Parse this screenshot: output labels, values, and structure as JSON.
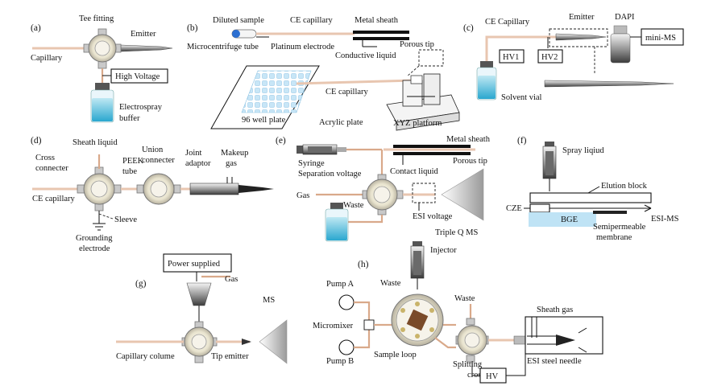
{
  "panels": {
    "a": {
      "letter": "(a)",
      "tee": "Tee fitting",
      "emitter": "Emitter",
      "capillary": "Capillary",
      "hv": "High Voltage",
      "buffer1": "Electrospray",
      "buffer2": "buffer"
    },
    "b": {
      "letter": "(b)",
      "diluted": "Diluted sample",
      "tube": "Microcentrifuge tube",
      "ce": "CE capillary",
      "platinum": "Platinum electrode",
      "sheath": "Metal sheath",
      "porous": "Porous tip",
      "conductive": "Conductive liquid",
      "ce2": "CE capillary",
      "plate96": "96 well plate",
      "acrylic": "Acrylic plate",
      "xyz": "XYZ platform"
    },
    "c": {
      "letter": "(c)",
      "ce": "CE Capillary",
      "emitter": "Emitter",
      "dapi": "DAPI",
      "minims": "mini-MS",
      "hv1": "HV1",
      "hv2": "HV2",
      "vial": "Solvent vial"
    },
    "d": {
      "letter": "(d)",
      "sheath": "Sheath liquid",
      "cross1": "Cross",
      "cross2": "connecter",
      "peek1": "PEEK",
      "peek2": "tube",
      "union1": "Union",
      "union2": "connecter",
      "joint1": "Joint",
      "joint2": "adaptor",
      "makeup1": "Makeup",
      "makeup2": "gas",
      "ce": "CE capillary",
      "sleeve": "Sleeve",
      "ground1": "Grounding",
      "ground2": "electrode"
    },
    "e": {
      "letter": "(e)",
      "sheath": "Metal sheath",
      "porous": "Porous tip",
      "syringe": "Syringe",
      "sepv": "Separation voltage",
      "contact": "Contact liquid",
      "gas": "Gas",
      "waste": "Waste",
      "esi": "ESI voltage",
      "tqms": "Triple Q MS"
    },
    "f": {
      "letter": "(f)",
      "spray": "Spray liqiud",
      "elution": "Elution block",
      "cze": "CZE",
      "bge": "BGE",
      "esims": "ESI-MS",
      "semi1": "Semipermeable",
      "semi2": "membrane"
    },
    "g": {
      "letter": "(g)",
      "power": "Power supplied",
      "gas": "Gas",
      "ms": "MS",
      "column": "Capillary colume",
      "tip": "Tip emitter"
    },
    "h": {
      "letter": "(h)",
      "injector": "Injector",
      "pumpa": "Pump A",
      "pumpb": "Pump B",
      "waste1": "Waste",
      "waste2": "Waste",
      "micromixer": "Micromixer",
      "loop": "Sample loop",
      "sheathgas": "Sheath gas",
      "split1": "Splitting",
      "split2": "cross",
      "hv": "HV",
      "needle": "ESI steel needle"
    }
  },
  "colors": {
    "capillary": "#d9a98a",
    "liquid": "#4fb9d6",
    "wells": "#c8e6f7",
    "fitting": "#d8d3c0"
  }
}
